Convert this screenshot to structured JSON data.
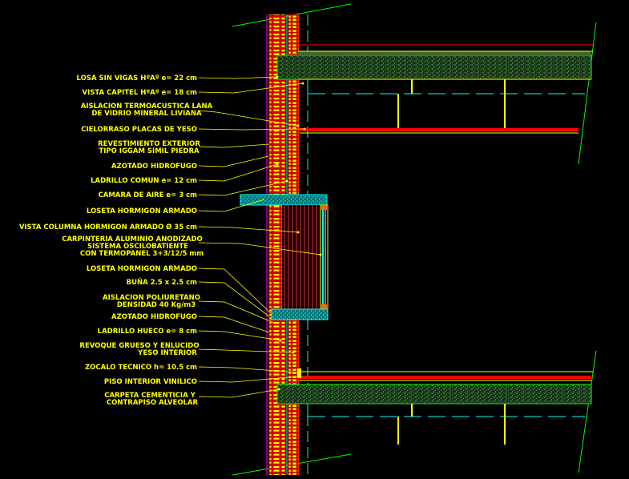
{
  "labels": [
    {
      "lines": [
        "LOSA SIN VIGAS HºAº e= 22 cm"
      ]
    },
    {
      "lines": [
        "VISTA CAPITEL HºAº e= 18 cm"
      ]
    },
    {
      "lines": [
        "AISLACION TERMOACUSTICA LANA",
        "DE VIDRIO MINERAL LIVIANA"
      ]
    },
    {
      "lines": [
        "CIELORRASO PLACAS DE YESO"
      ]
    },
    {
      "lines": [
        "REVESTIMIENTO EXTERIOR",
        "TIPO IGGAM SIMIL PIEDRA"
      ]
    },
    {
      "lines": [
        "AZOTADO HIDROFUGO"
      ]
    },
    {
      "lines": [
        "LADRILLO COMUN e= 12 cm"
      ]
    },
    {
      "lines": [
        "CAMARA DE AIRE e= 3 cm"
      ]
    },
    {
      "lines": [
        "LOSETA HORMIGON ARMADO"
      ]
    },
    {
      "lines": [
        "VISTA COLUMNA HORMIGON ARMADO Ø 35 cm"
      ]
    },
    {
      "lines": [
        "CARPINTERIA ALUMINIO ANODIZADO",
        "SISTEMA OSCILOBATIENTE",
        "CON TERMOPANEL 3+3/12/5 mm"
      ]
    },
    {
      "lines": [
        "LOSETA HORMIGON ARMADO"
      ]
    },
    {
      "lines": [
        "BUÑA 2.5 x 2.5 cm"
      ]
    },
    {
      "lines": [
        "AISLACION POLIURETANO",
        "DENSIDAD 40 Kg/m3"
      ]
    },
    {
      "lines": [
        "AZOTADO HIDROFUGO"
      ]
    },
    {
      "lines": [
        "LADRILLO HUECO e= 8 cm"
      ]
    },
    {
      "lines": [
        "REVOQUE GRUESO Y ENLUCIDO",
        "YESO INTERIOR"
      ]
    },
    {
      "lines": [
        "ZOCALO TECNICO h= 10.5 cm"
      ]
    },
    {
      "lines": [
        "PISO INTERIOR VINILICO"
      ]
    },
    {
      "lines": [
        "CARPETA CEMENTICIA Y",
        "CONTRAPISO ALVEOLAR"
      ]
    }
  ],
  "colors": {
    "background": "#000000",
    "label_text": "#ffff00",
    "brick": "#ff0000",
    "mortar": "#ffff00",
    "concrete_fill": "#1c3d1c",
    "concrete_speckle": "#8cd27a",
    "insulation": "#00c8c8",
    "finish_line": "#ffff00",
    "section_line": "#00ff00",
    "axis_line": "#00ffff",
    "ceiling": "#ff0000",
    "cladding": "#ff00ff"
  }
}
